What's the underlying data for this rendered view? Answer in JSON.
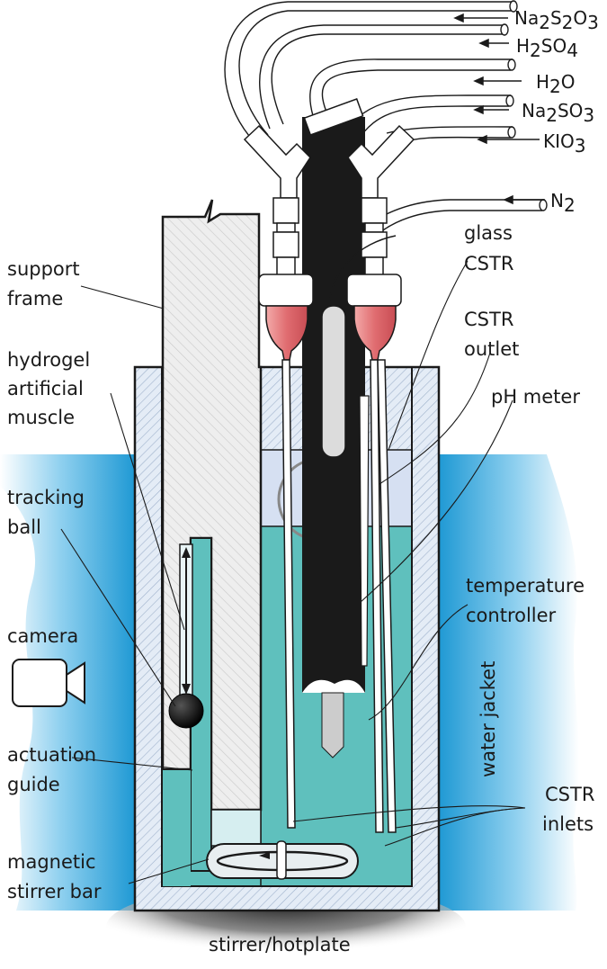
{
  "labels": {
    "support_frame": [
      "support",
      "frame"
    ],
    "hydrogel": [
      "hydrogel",
      "artificial",
      "muscle"
    ],
    "tracking_ball": [
      "tracking",
      "ball"
    ],
    "camera": "camera",
    "actuation_guide": [
      "actuation",
      "guide"
    ],
    "stirrer_bar": [
      "magnetic",
      "stirrer bar"
    ],
    "hotplate": "stirrer/hotplate",
    "glass_cstr": [
      "glass",
      "CSTR"
    ],
    "cstr_outlet": [
      "CSTR",
      "outlet"
    ],
    "ph_meter": "pH meter",
    "temperature_controller": [
      "temperature",
      "controller"
    ],
    "water_jacket": "water jacket",
    "cstr_inlets": [
      "CSTR",
      "inlets"
    ]
  },
  "chemicals": {
    "na2s2o3": [
      "Na",
      "2",
      "S",
      "2",
      "O",
      "3"
    ],
    "h2so4": [
      "H",
      "2",
      "SO",
      "4"
    ],
    "h2o": [
      "H",
      "2",
      "O"
    ],
    "na2so3": [
      "Na",
      "2",
      "SO",
      "3"
    ],
    "kio3": [
      "KIO",
      "3"
    ],
    "n2": [
      "N",
      "2"
    ]
  },
  "colors": {
    "water_jacket": "#2aa3d8",
    "solution": "#5fc0bd",
    "cstr_wall": "#d9e4f2",
    "probe": "#1a1a1a",
    "inlet_tip": "#e06c70"
  }
}
